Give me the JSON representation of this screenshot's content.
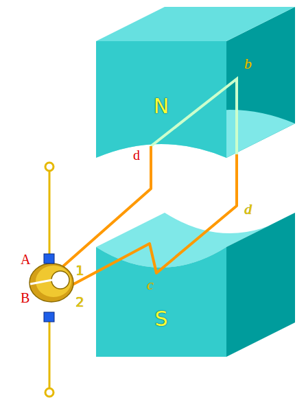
{
  "diagram": {
    "nodes": [
      {
        "text": [
          "N"
        ]
      },
      {
        "text": [
          "S"
        ]
      }
    ],
    "labels": [
      "b",
      "d",
      "d",
      "c",
      "A",
      "1",
      "B",
      "2"
    ]
  }
}
